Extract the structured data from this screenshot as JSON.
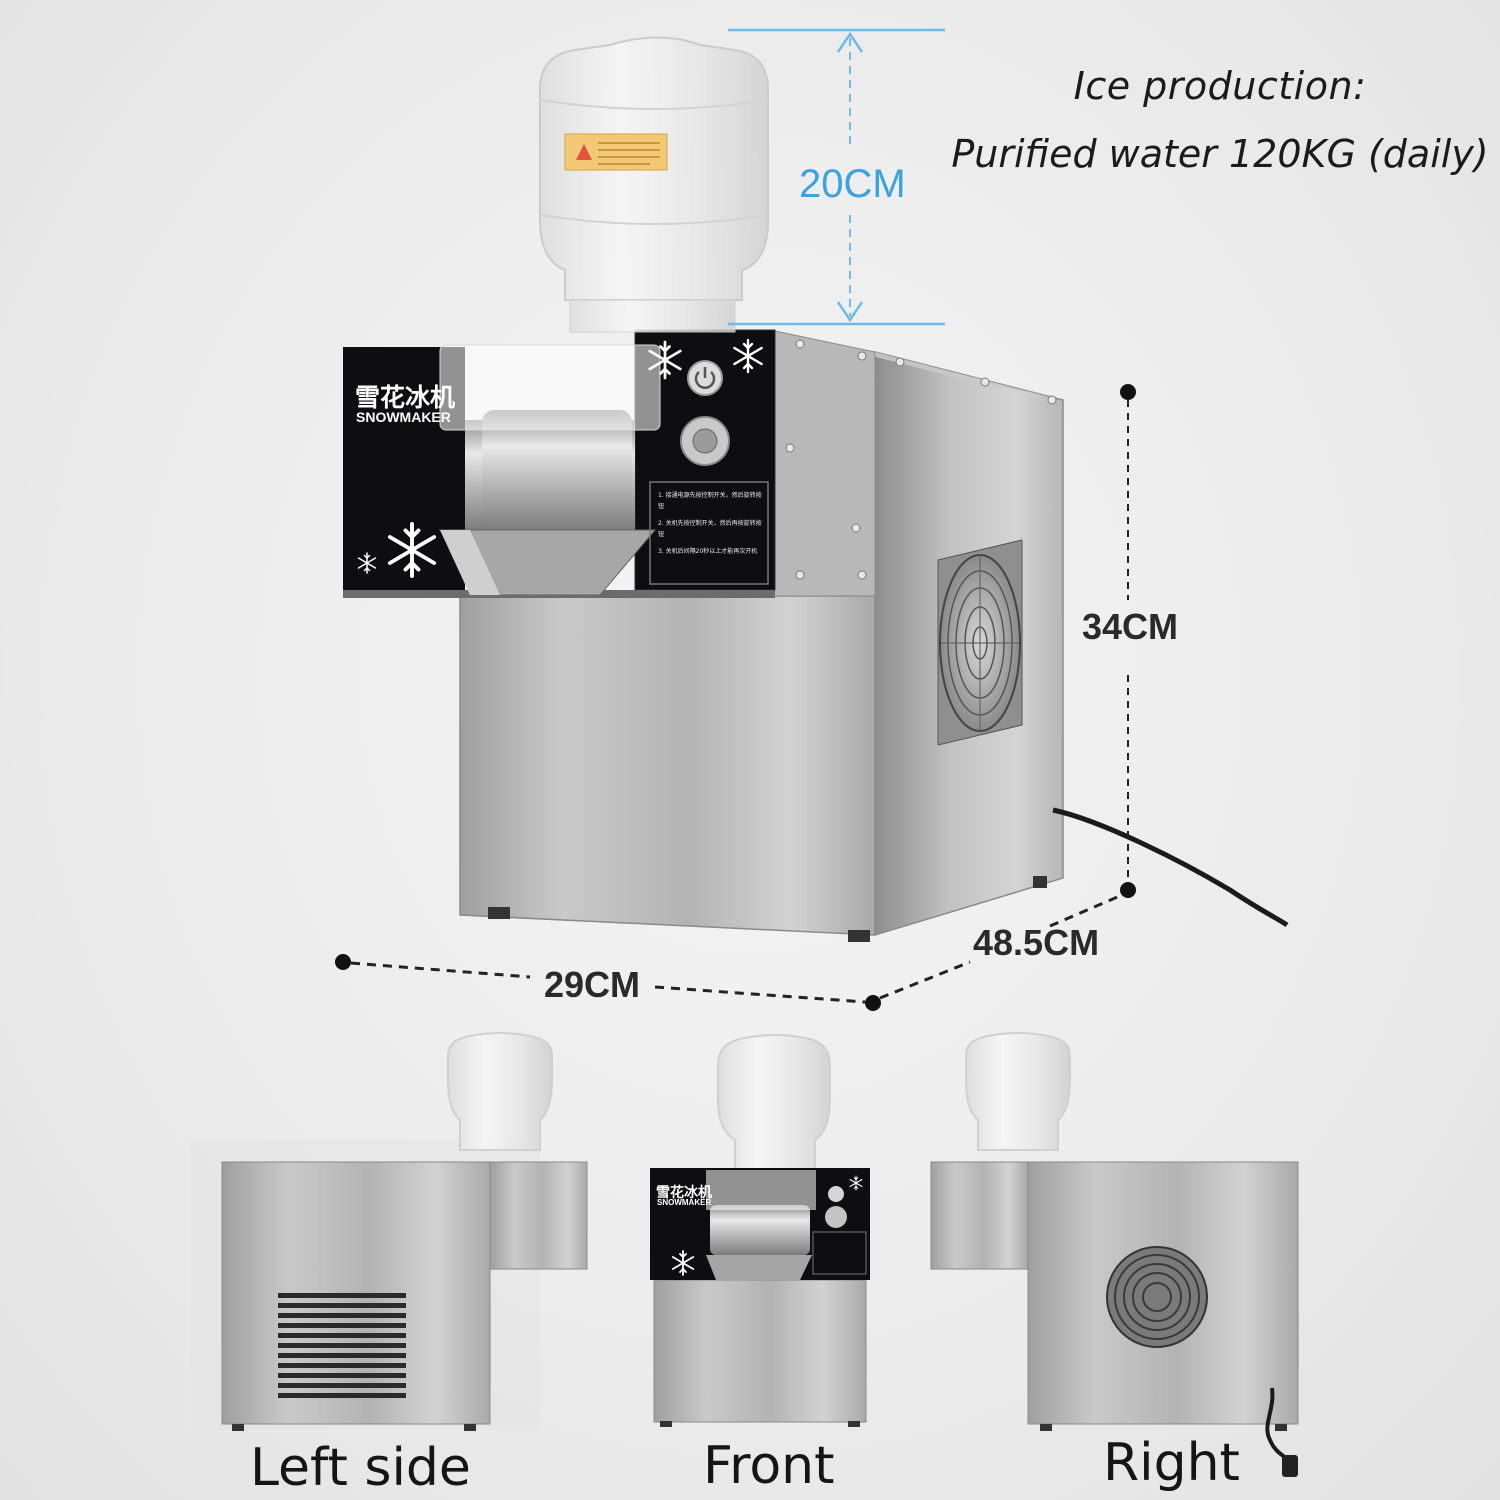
{
  "header": {
    "ice_title": "Ice production:",
    "ice_value": "Purified water 120KG (daily)"
  },
  "dimensions": {
    "bottle_clearance": "20CM",
    "height": "34CM",
    "depth": "48.5CM",
    "width": "29CM"
  },
  "machine": {
    "brand_cn": "雪花冰机",
    "brand_en": "SNOWMAKER",
    "instruction_lines": [
      "1. 接通电源先按控制开关，然后旋转按钮",
      "2. 关机先按控制开关，然后再按旋转按钮",
      "3. 关机后间隔20秒以上才能再次开机"
    ]
  },
  "views": {
    "left": "Left side",
    "front": "Front",
    "right": "Right"
  },
  "colors": {
    "accent_blue": "#3aa2e0",
    "steel": "#bcbcbc",
    "panel_black": "#0e0e10"
  },
  "icons": [
    "snowflake-icon",
    "power-icon",
    "knob-icon",
    "fan-icon",
    "warning-label-icon",
    "power-plug-icon"
  ]
}
